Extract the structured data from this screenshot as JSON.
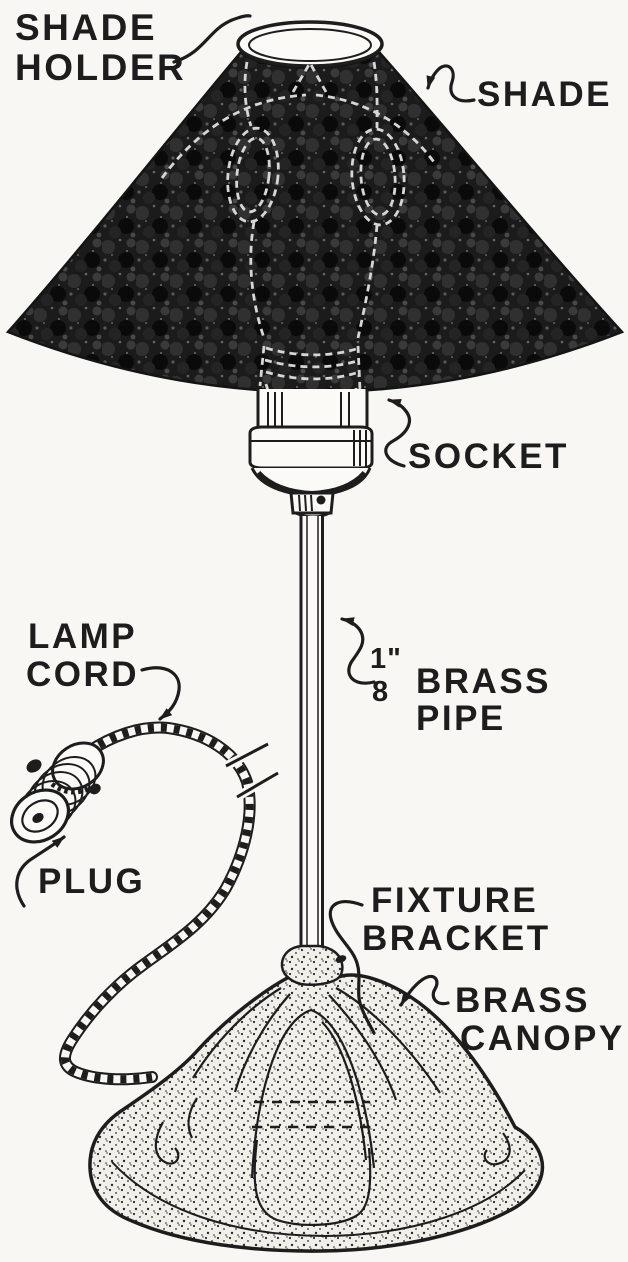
{
  "figure": {
    "type": "labeled parts diagram",
    "subject": "table lamp assembly",
    "ink_color": "#1d1d1d",
    "paper_color": "#f8f7f4"
  },
  "labels": {
    "shade_holder": {
      "line1": "SHADE",
      "line2": "HOLDER"
    },
    "shade": {
      "text": "SHADE"
    },
    "socket": {
      "text": "SOCKET"
    },
    "brass_pipe": {
      "numerator": "1\"",
      "denominator": "8",
      "line1": "BRASS",
      "line2": "PIPE"
    },
    "lamp_cord": {
      "line1": "LAMP",
      "line2": "CORD"
    },
    "plug": {
      "text": "PLUG"
    },
    "fixture_bracket": {
      "line1": "FIXTURE",
      "line2": "BRACKET"
    },
    "brass_canopy": {
      "line1": "BRASS",
      "line2": "CANOPY"
    }
  }
}
